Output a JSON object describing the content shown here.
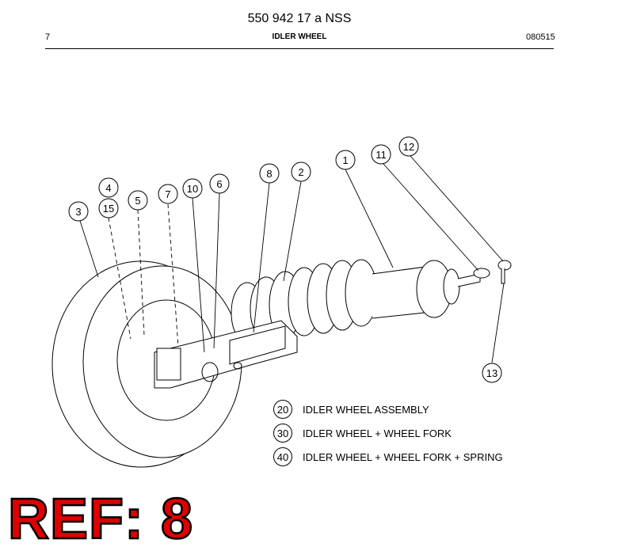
{
  "header": {
    "doc_title": "550 942 17 a NSS",
    "page": "7",
    "part_name": "IDLER WHEEL",
    "date": "080515"
  },
  "callouts": [
    "1",
    "2",
    "3",
    "4",
    "15",
    "5",
    "7",
    "10",
    "6",
    "8",
    "11",
    "12",
    "13"
  ],
  "legend": [
    {
      "num": "20",
      "text": "IDLER WHEEL ASSEMBLY"
    },
    {
      "num": "30",
      "text": "IDLER WHEEL + WHEEL FORK"
    },
    {
      "num": "40",
      "text": "IDLER WHEEL + WHEEL FORK + SPRING"
    }
  ],
  "ref_label": "REF: 8",
  "colors": {
    "ref": "#e00000",
    "line": "#000000"
  }
}
